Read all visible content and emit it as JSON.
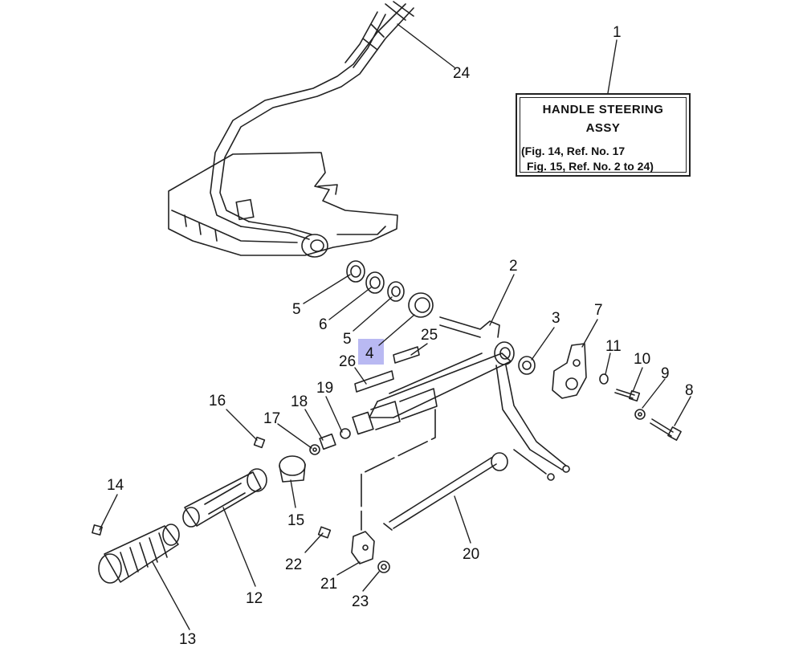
{
  "assembly_box": {
    "title_line1": "HANDLE STEERING",
    "title_line2": "ASSY",
    "ref_line1": "(Fig. 14, Ref. No. 17",
    "ref_line2": "Fig. 15, Ref. No. 2 to 24)"
  },
  "part_numbers": {
    "p1": "1",
    "p2": "2",
    "p3": "3",
    "p4": "4",
    "p5a": "5",
    "p5b": "5",
    "p6": "6",
    "p7": "7",
    "p8": "8",
    "p9": "9",
    "p10": "10",
    "p11": "11",
    "p12": "12",
    "p13": "13",
    "p14": "14",
    "p15": "15",
    "p16": "16",
    "p17": "17",
    "p18": "18",
    "p19": "19",
    "p20": "20",
    "p21": "21",
    "p22": "22",
    "p23": "23",
    "p24": "24",
    "p25": "25",
    "p26": "26"
  },
  "colors": {
    "line": "#222222",
    "highlight": "#b9b9f2",
    "background": "#ffffff"
  }
}
